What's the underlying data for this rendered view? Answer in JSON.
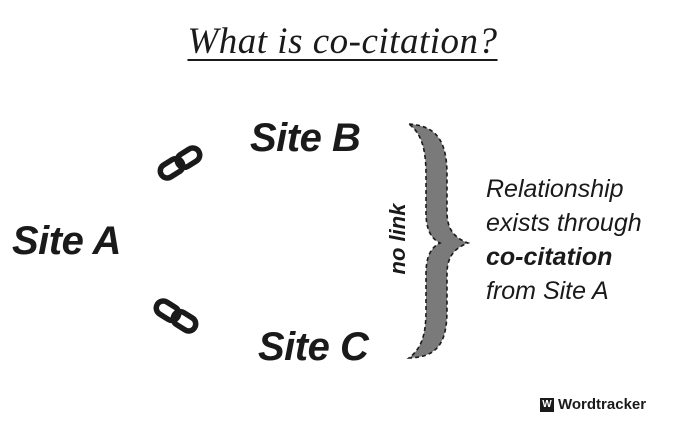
{
  "title": "What is co-citation?",
  "nodes": {
    "site_a": "Site A",
    "site_b": "Site B",
    "site_c": "Site C"
  },
  "no_link_label": "no link",
  "relationship": {
    "line1": "Relationship",
    "line2": "exists through",
    "line3": "co-citation",
    "line4": "from Site A"
  },
  "icons": {
    "link_to_b": "chain-link-icon",
    "link_to_c": "chain-link-icon",
    "brace": "curly-brace"
  },
  "logo": {
    "mark": "W",
    "text": "Wordtracker"
  },
  "colors": {
    "text": "#1a1a1a",
    "brace_fill": "#7a7a7a",
    "background": "#ffffff"
  }
}
